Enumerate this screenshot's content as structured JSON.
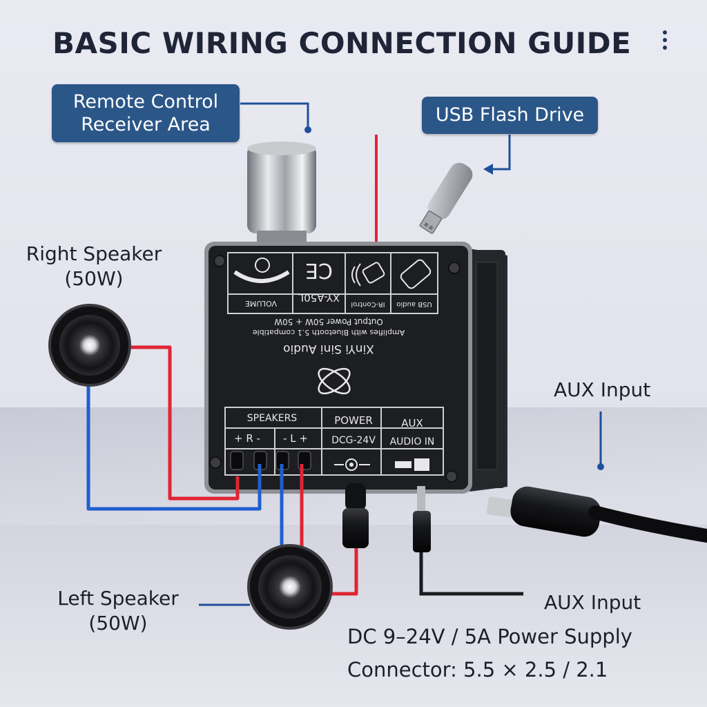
{
  "title": "BASIC WIRING CONNECTION GUIDE",
  "callouts": {
    "remote": [
      "Remote Control",
      "Receiver Area"
    ],
    "usb": "USB Flash Drive"
  },
  "labels": {
    "right_speaker": [
      "Right Speaker",
      "(50W)"
    ],
    "left_speaker": [
      "Left Speaker",
      "(50W)"
    ],
    "aux_top": "AUX Input",
    "aux_bottom": "AUX Input",
    "power_supply": "DC 9–24V / 5A Power Supply",
    "connector": "Connector: 5.5 × 2.5 / 2.1"
  },
  "board": {
    "volume": "VOLUME",
    "model": "XY-A50L",
    "ce": "CE",
    "ir_control": "IR-Control",
    "usb_audio": "USB audio",
    "desc_line1": "Amplifies with Bluetooth 5.1 compatible",
    "desc_line2": "Output Power 50W + 50W",
    "brand": "XinYi Sini Audio",
    "speakers": "SPEAKERS",
    "right_channel": "+ R -",
    "left_channel": "- L +",
    "power": "POWER",
    "power_spec": "DCG-24V",
    "aux": "AUX",
    "audio_in": "AUDIO IN"
  },
  "colors": {
    "callout_bg": "#2b5688",
    "wire_red": "#e02434",
    "wire_blue": "#1f5fcf",
    "board": "#1d1e22",
    "leader": "#1d4f9a"
  }
}
